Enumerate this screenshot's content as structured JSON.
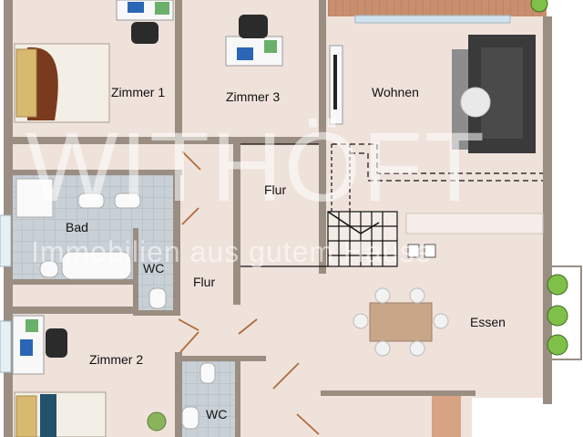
{
  "rooms": {
    "zimmer1": "Zimmer 1",
    "zimmer3": "Zimmer 3",
    "wohnen": "Wohnen",
    "bad": "Bad",
    "wc_upper": "WC",
    "flur_upper": "Flur",
    "flur_lower": "Flur",
    "zimmer2": "Zimmer 2",
    "wc_lower": "WC",
    "essen": "Essen"
  },
  "watermark": {
    "brand": "WITHÖFT",
    "slogan": "Immobilien aus gutem Hause"
  },
  "colors": {
    "wall": "#9a8d82",
    "floor": "#efe2db",
    "tile": "#c5cdd3",
    "terrace": "#c98e6d"
  }
}
